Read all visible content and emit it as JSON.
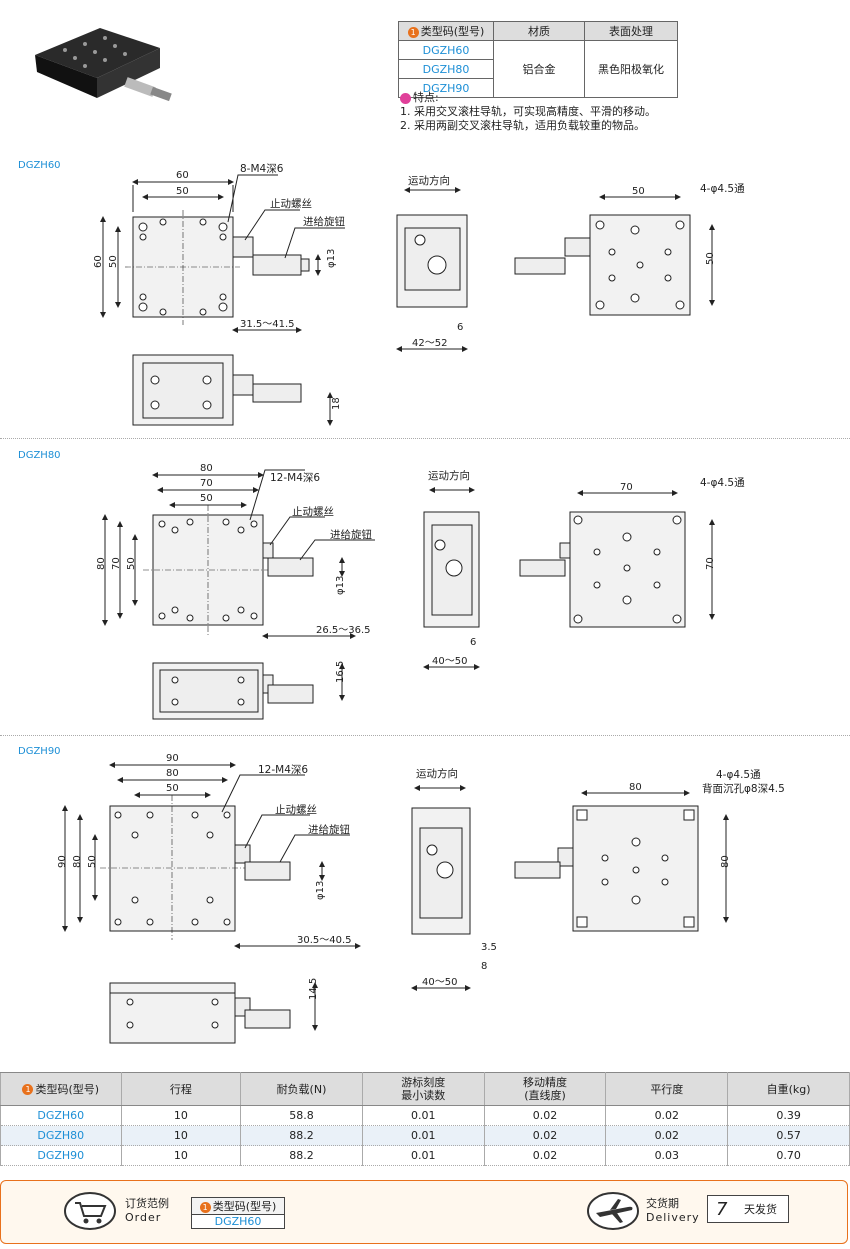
{
  "top_table": {
    "headers": [
      "类型码(型号)",
      "材质",
      "表面处理"
    ],
    "models": [
      "DGZH60",
      "DGZH80",
      "DGZH90"
    ],
    "material": "铝合金",
    "surface": "黑色阳极氧化"
  },
  "features": {
    "title": "特点:",
    "items": [
      "1.  采用交叉滚柱导轨，可实现高精度、平滑的移动。",
      "2.  采用两副交叉滚柱导轨，适用负载较重的物品。"
    ]
  },
  "sections": [
    {
      "name": "DGZH60",
      "labels": {
        "holes": "8-M4深6",
        "lock": "止动螺丝",
        "knob": "进给旋钮",
        "direction": "运动方向",
        "through": "4-φ4.5通"
      },
      "dims": {
        "w_outer": "60",
        "w_inner": "50",
        "h_outer": "60",
        "h_inner": "50",
        "knob_dia": "φ13",
        "travel": "31.5～41.5",
        "height": "18",
        "side_w": "42～52",
        "side_off": "6",
        "right_w": "50",
        "right_h": "50"
      }
    },
    {
      "name": "DGZH80",
      "labels": {
        "holes": "12-M4深6",
        "lock": "止动螺丝",
        "knob": "进给旋钮",
        "direction": "运动方向",
        "through": "4-φ4.5通"
      },
      "dims": {
        "w_outer": "80",
        "w_mid": "70",
        "w_inner": "50",
        "h_outer": "80",
        "h_mid": "70",
        "h_inner": "50",
        "knob_dia": "φ13",
        "travel": "26.5～36.5",
        "height": "16.5",
        "side_w": "40～50",
        "side_off": "6",
        "right_w": "70",
        "right_h": "70"
      }
    },
    {
      "name": "DGZH90",
      "labels": {
        "holes": "12-M4深6",
        "lock": "止动螺丝",
        "knob": "进给旋钮",
        "direction": "运动方向",
        "through": "4-φ4.5通",
        "counterbore": "背面沉孔φ8深4.5"
      },
      "dims": {
        "w_outer": "90",
        "w_mid": "80",
        "w_inner": "50",
        "h_outer": "90",
        "h_mid": "80",
        "h_inner": "50",
        "knob_dia": "φ13",
        "travel": "30.5～40.5",
        "height": "14.5",
        "side_w": "40～50",
        "side_off1": "3.5",
        "side_off2": "8",
        "right_w": "80",
        "right_h": "80"
      }
    }
  ],
  "spec_table": {
    "headers": [
      "类型码(型号)",
      "行程",
      "耐负载(N)",
      "游标刻度\n最小读数",
      "移动精度\n(直线度)",
      "平行度",
      "自重(kg)"
    ],
    "rows": [
      [
        "DGZH60",
        "10",
        "58.8",
        "0.01",
        "0.02",
        "0.02",
        "0.39"
      ],
      [
        "DGZH80",
        "10",
        "88.2",
        "0.01",
        "0.02",
        "0.02",
        "0.57"
      ],
      [
        "DGZH90",
        "10",
        "88.2",
        "0.01",
        "0.02",
        "0.03",
        "0.70"
      ]
    ]
  },
  "order": {
    "title": "订货范例",
    "subtitle": "Order",
    "box_header": "类型码(型号)",
    "box_value": "DGZH60"
  },
  "delivery": {
    "title": "交货期",
    "subtitle": "Delivery",
    "days": "7",
    "unit": "天发货"
  },
  "colors": {
    "accent_blue": "#1d8fd6",
    "badge_orange": "#e8711c",
    "footer_border": "#e8711c"
  }
}
